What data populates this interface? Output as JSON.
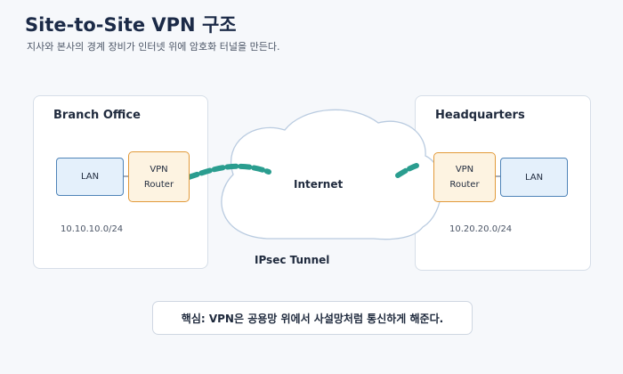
{
  "header": {
    "title": "Site-to-Site VPN 구조",
    "subtitle": "지사와 본사의 경계 장비가 인터넷 위에 암호화 터널을 만든다."
  },
  "branch": {
    "name": "Branch Office",
    "lan_label": "LAN",
    "router_line1": "VPN",
    "router_line2": "Router",
    "subnet": "10.10.10.0/24"
  },
  "hq": {
    "name": "Headquarters",
    "lan_label": "LAN",
    "router_line1": "VPN",
    "router_line2": "Router",
    "subnet": "10.20.20.0/24"
  },
  "internet": {
    "label": "Internet"
  },
  "tunnel": {
    "label": "IPsec Tunnel"
  },
  "note": {
    "text": "핵심: VPN은 공용망 위에서 사설망처럼 통신하게 해준다."
  },
  "colors": {
    "tunnel": "#2a9d8f",
    "lan_border": "#4f84b8",
    "router_border": "#e29a3a",
    "cloud_border": "#b9cbe0"
  }
}
